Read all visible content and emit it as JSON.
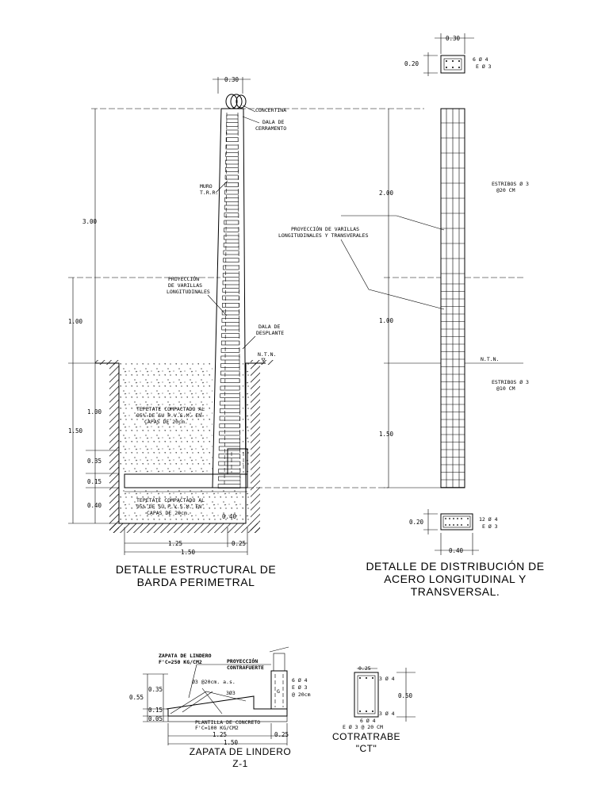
{
  "barda": {
    "title_line1": "DETALLE ESTRUCTURAL DE",
    "title_line2": "BARDA PERIMETRAL",
    "top_width": "0.30",
    "labels": {
      "concertina": "CONCERTINA",
      "dala_cerramento_1": "DALA DE",
      "dala_cerramento_2": "CERRAMENTO",
      "muro_1": "MURO",
      "muro_2": "T.R.R.",
      "proyeccion_1": "PROYECCIÓN",
      "proyeccion_2": "DE VARILLAS",
      "proyeccion_3": "LONGITUDINALES",
      "dala_desplante_1": "DALA DE",
      "dala_desplante_2": "DESPLANTE",
      "ntn": "N.T.N.",
      "tepetate_a_1": "TEPETATE COMPACTADO AL",
      "tepetate_a_2": "95% DE SU P.V.S.M. EN",
      "tepetate_a_3": "CAPAS DE 20cm.",
      "tepetate_b_1": "TEPETATE COMPACTADO AL",
      "tepetate_b_2": "95% DE SU P.V.S.M. EN",
      "tepetate_b_3": "CAPAS DE 20cm."
    },
    "dims": {
      "total_height": "3.00",
      "upper": "1.00",
      "lower_right": "1.00",
      "depth": "1.50",
      "d035": "0.35",
      "d015": "0.15",
      "d040": "0.40",
      "d040b": "0.40",
      "w125": "1.25",
      "w025": "0.25",
      "w150": "1.50"
    }
  },
  "acero": {
    "title_line1": "DETALLE DE DISTRIBUCIÓN DE",
    "title_line2": "ACERO LONGITUDINAL Y",
    "title_line3": "TRANSVERSAL.",
    "proyeccion_1": "PROYECCIÓN DE VARILLAS",
    "proyeccion_2": "LONGITUDINALES Y TRANSVERALES",
    "ntn": "N.T.N.",
    "estribos_top_1": "ESTRIBOS Ø 3",
    "estribos_top_2": "@20 CM",
    "estribos_bot_1": "ESTRIBOS Ø 3",
    "estribos_bot_2": "@10 CM",
    "dims": {
      "h200": "2.00",
      "h100": "1.00",
      "h150": "1.50"
    },
    "section_top": {
      "w": "0.30",
      "h": "0.20",
      "bars": "6 Ø 4",
      "stirrup": "E Ø 3"
    },
    "section_bot": {
      "w": "0.40",
      "h": "0.20",
      "bars": "12 Ø 4",
      "stirrup": "E Ø 3"
    }
  },
  "zapata": {
    "title_line1": "ZAPATA DE LINDERO",
    "title_line2": "Z-1",
    "label_1": "ZAPATA DE LINDERO",
    "label_2": "F'C=250 KG/CM2",
    "proy_1": "PROYECCIÓN",
    "proy_2": "CONTRAFUERTE",
    "rebar_grid": "Ø3 @20cm. a.s.",
    "rebar_303": "3Ø3",
    "plantilla_1": "PLANTILLA DE CONCRETO",
    "plantilla_2": "F'C=100 KG/CM2",
    "bars_1": "6 Ø 4",
    "bars_2": "E Ø 3",
    "bars_3": "@ 20cm",
    "dims": {
      "d035": "0.35",
      "d055": "0.55",
      "d015": "0.15",
      "d005": "0.05",
      "w125": "1.25",
      "w025": "0.25",
      "w150": "1.50"
    }
  },
  "cotratrabe": {
    "title_line1": "COTRATRABE",
    "title_line2": "\"CT\"",
    "top_w": "0.25",
    "bars_top": "3 Ø 4",
    "bars_bot": "3 Ø 4",
    "h": "0.50",
    "bottom_1": "6 Ø 4",
    "bottom_2": "E Ø 3 @ 20 CM"
  }
}
